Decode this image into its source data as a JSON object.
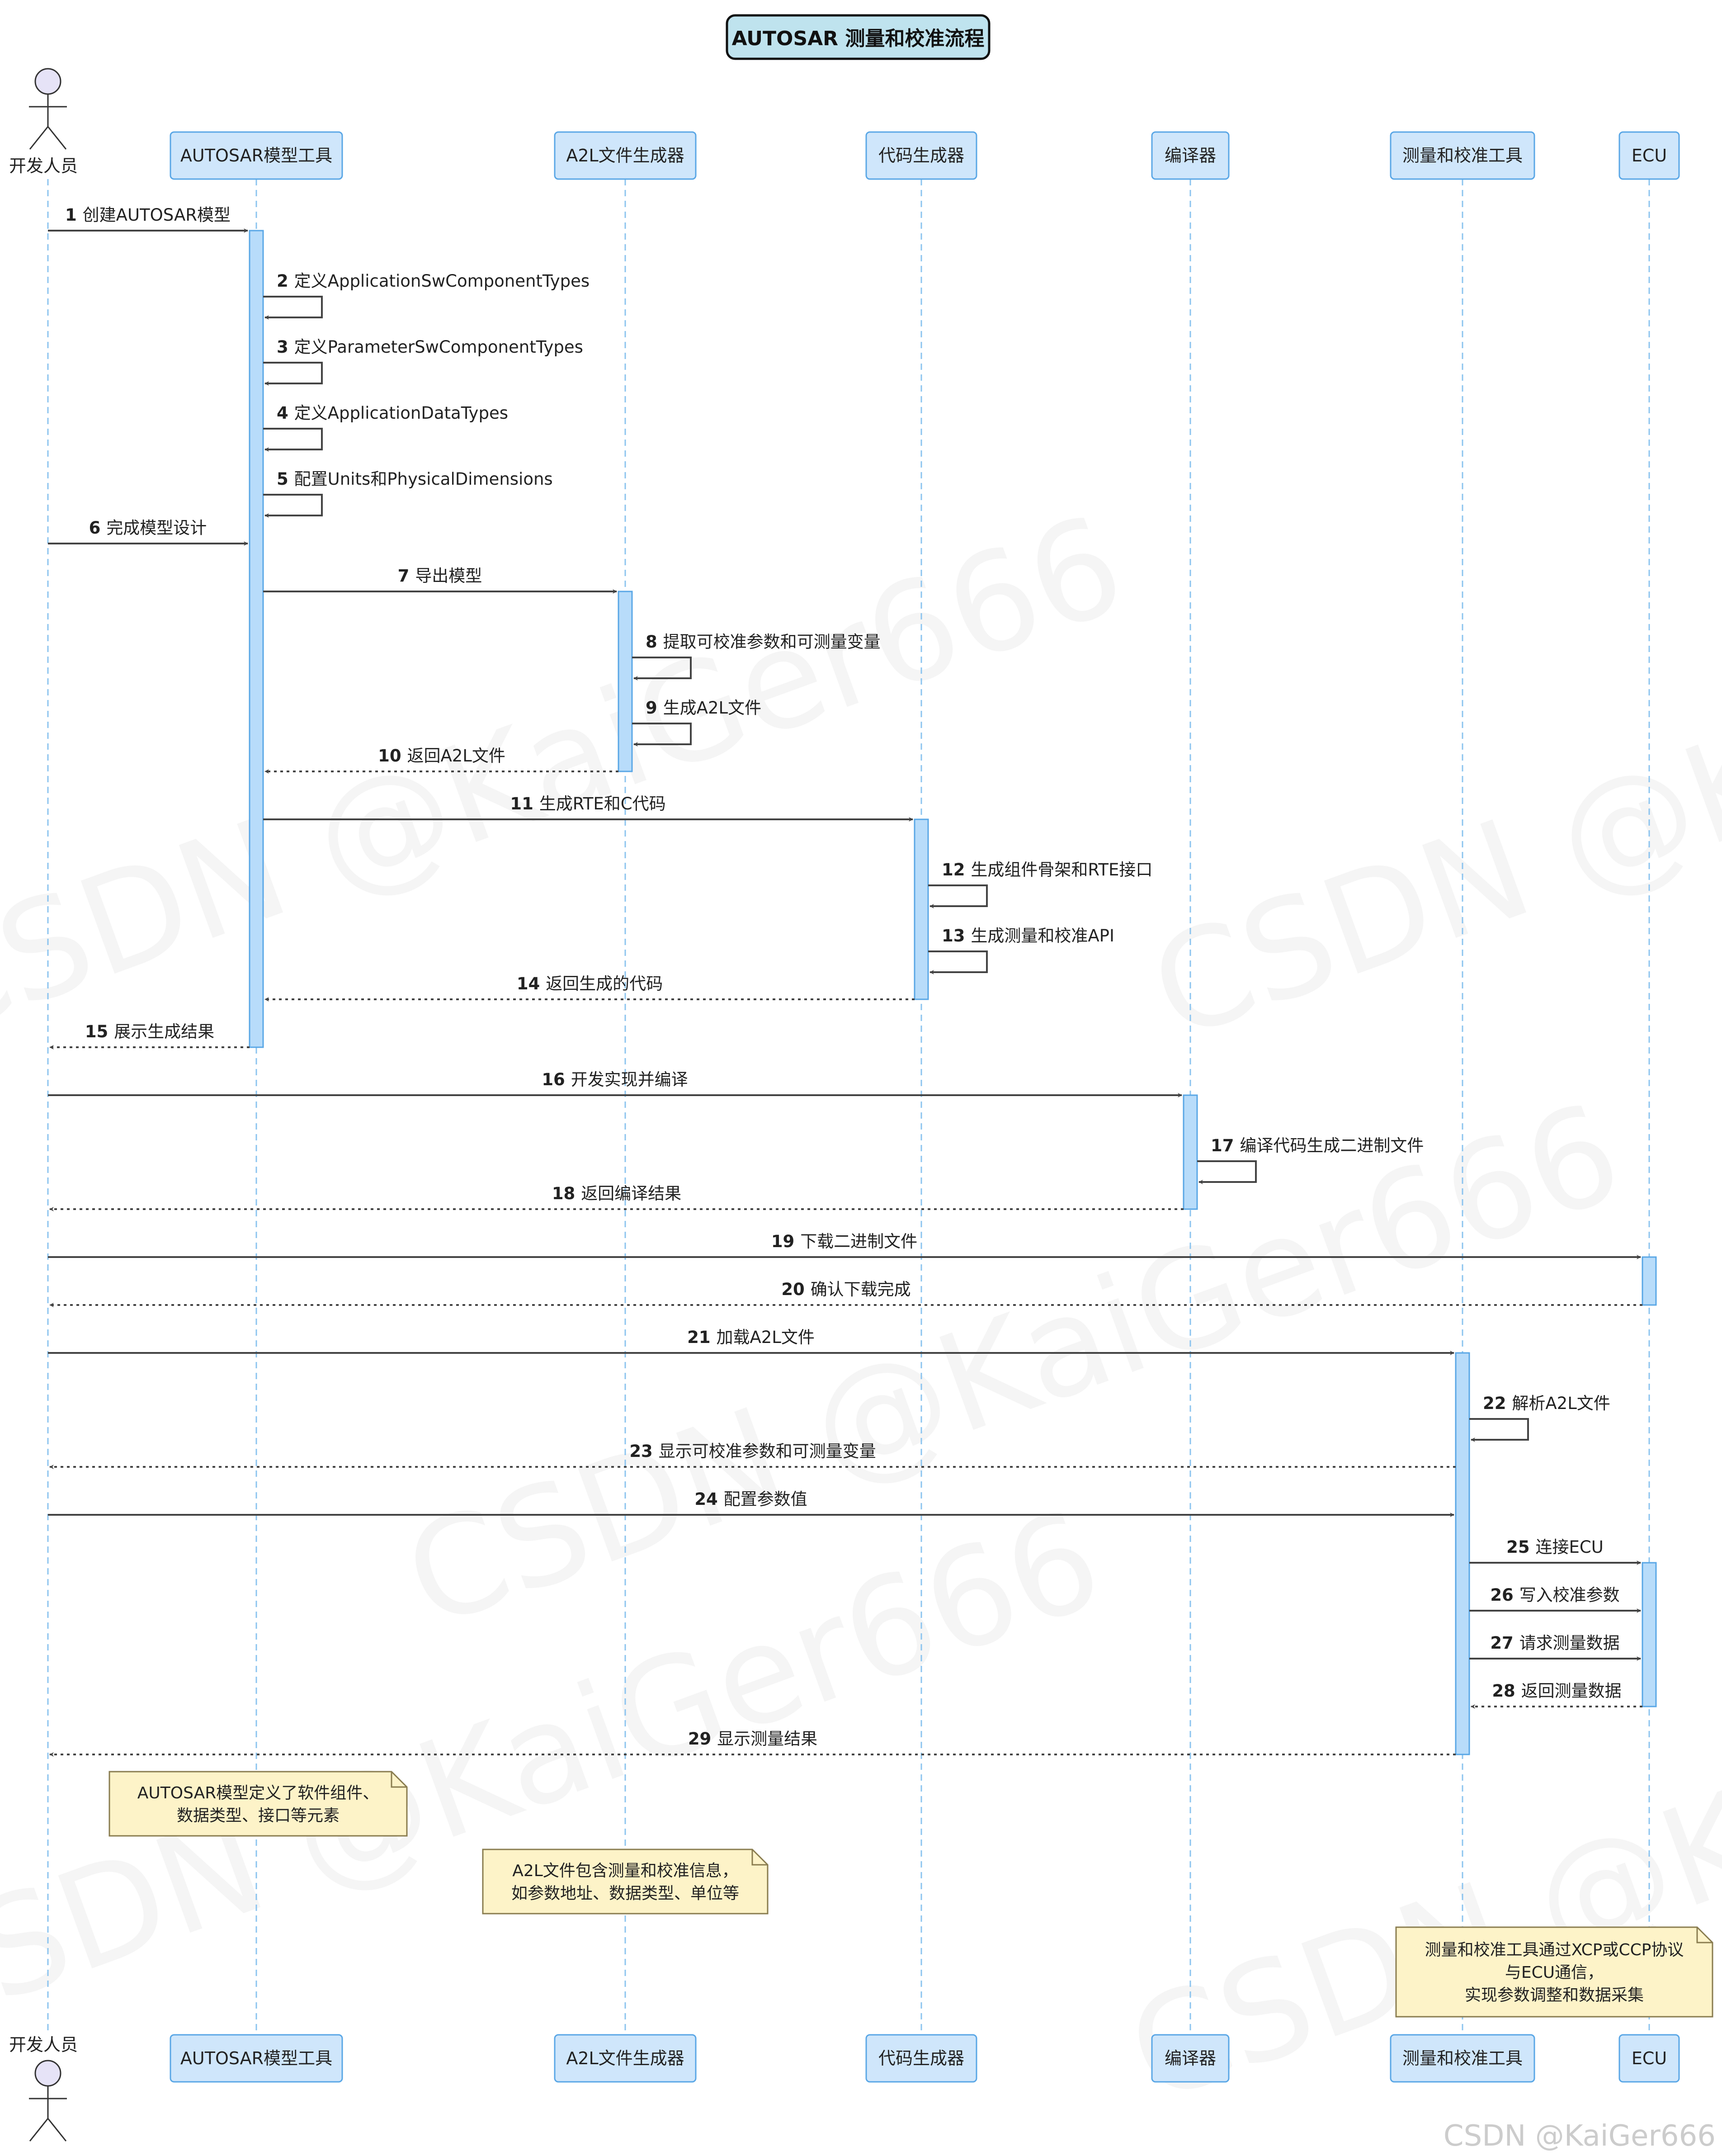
{
  "title": "AUTOSAR 测量和校准流程",
  "participants": [
    {
      "id": "dev",
      "label": "开发人员",
      "kind": "actor"
    },
    {
      "id": "model",
      "label": "AUTOSAR模型工具",
      "kind": "box"
    },
    {
      "id": "a2l",
      "label": "A2L文件生成器",
      "kind": "box"
    },
    {
      "id": "codegen",
      "label": "代码生成器",
      "kind": "box"
    },
    {
      "id": "compiler",
      "label": "编译器",
      "kind": "box"
    },
    {
      "id": "mc",
      "label": "测量和校准工具",
      "kind": "box"
    },
    {
      "id": "ecu",
      "label": "ECU",
      "kind": "box"
    }
  ],
  "messages": [
    {
      "n": "1",
      "from": "dev",
      "to": "model",
      "text": "创建AUTOSAR模型",
      "style": "solid"
    },
    {
      "n": "2",
      "from": "model",
      "to": "model",
      "text": "定义ApplicationSwComponentTypes",
      "style": "solid"
    },
    {
      "n": "3",
      "from": "model",
      "to": "model",
      "text": "定义ParameterSwComponentTypes",
      "style": "solid"
    },
    {
      "n": "4",
      "from": "model",
      "to": "model",
      "text": "定义ApplicationDataTypes",
      "style": "solid"
    },
    {
      "n": "5",
      "from": "model",
      "to": "model",
      "text": "配置Units和PhysicalDimensions",
      "style": "solid"
    },
    {
      "n": "6",
      "from": "dev",
      "to": "model",
      "text": "完成模型设计",
      "style": "solid"
    },
    {
      "n": "7",
      "from": "model",
      "to": "a2l",
      "text": "导出模型",
      "style": "solid"
    },
    {
      "n": "8",
      "from": "a2l",
      "to": "a2l",
      "text": "提取可校准参数和可测量变量",
      "style": "solid"
    },
    {
      "n": "9",
      "from": "a2l",
      "to": "a2l",
      "text": "生成A2L文件",
      "style": "solid"
    },
    {
      "n": "10",
      "from": "a2l",
      "to": "model",
      "text": "返回A2L文件",
      "style": "dotted"
    },
    {
      "n": "11",
      "from": "model",
      "to": "codegen",
      "text": "生成RTE和C代码",
      "style": "solid"
    },
    {
      "n": "12",
      "from": "codegen",
      "to": "codegen",
      "text": "生成组件骨架和RTE接口",
      "style": "solid"
    },
    {
      "n": "13",
      "from": "codegen",
      "to": "codegen",
      "text": "生成测量和校准API",
      "style": "solid"
    },
    {
      "n": "14",
      "from": "codegen",
      "to": "model",
      "text": "返回生成的代码",
      "style": "dotted"
    },
    {
      "n": "15",
      "from": "model",
      "to": "dev",
      "text": "展示生成结果",
      "style": "dotted"
    },
    {
      "n": "16",
      "from": "dev",
      "to": "compiler",
      "text": "开发实现并编译",
      "style": "solid"
    },
    {
      "n": "17",
      "from": "compiler",
      "to": "compiler",
      "text": "编译代码生成二进制文件",
      "style": "solid"
    },
    {
      "n": "18",
      "from": "compiler",
      "to": "dev",
      "text": "返回编译结果",
      "style": "dotted"
    },
    {
      "n": "19",
      "from": "dev",
      "to": "ecu",
      "text": "下载二进制文件",
      "style": "solid"
    },
    {
      "n": "20",
      "from": "ecu",
      "to": "dev",
      "text": "确认下载完成",
      "style": "dotted"
    },
    {
      "n": "21",
      "from": "dev",
      "to": "mc",
      "text": "加载A2L文件",
      "style": "solid"
    },
    {
      "n": "22",
      "from": "mc",
      "to": "mc",
      "text": "解析A2L文件",
      "style": "solid"
    },
    {
      "n": "23",
      "from": "mc",
      "to": "dev",
      "text": "显示可校准参数和可测量变量",
      "style": "dotted"
    },
    {
      "n": "24",
      "from": "dev",
      "to": "mc",
      "text": "配置参数值",
      "style": "solid"
    },
    {
      "n": "25",
      "from": "mc",
      "to": "ecu",
      "text": "连接ECU",
      "style": "solid"
    },
    {
      "n": "26",
      "from": "mc",
      "to": "ecu",
      "text": "写入校准参数",
      "style": "solid"
    },
    {
      "n": "27",
      "from": "mc",
      "to": "ecu",
      "text": "请求测量数据",
      "style": "solid"
    },
    {
      "n": "28",
      "from": "ecu",
      "to": "mc",
      "text": "返回测量数据",
      "style": "dotted"
    },
    {
      "n": "29",
      "from": "mc",
      "to": "dev",
      "text": "显示测量结果",
      "style": "dotted"
    }
  ],
  "notes": [
    {
      "over": "model",
      "lines": [
        "AUTOSAR模型定义了软件组件、",
        "数据类型、接口等元素"
      ]
    },
    {
      "over": "a2l",
      "lines": [
        "A2L文件包含测量和校准信息，",
        "如参数地址、数据类型、单位等"
      ]
    },
    {
      "over": "mc",
      "lines": [
        "测量和校准工具通过XCP或CCP协议",
        "与ECU通信，",
        "实现参数调整和数据采集"
      ]
    }
  ],
  "watermark": "CSDN @KaiGer666",
  "colors": {
    "participant_fill": "#cfe6fb",
    "participant_border": "#5aa7e6",
    "lifeline": "#8cc4ef",
    "activation_fill": "#b8dcfa",
    "note_fill": "#fdf3c8",
    "note_border": "#8a7d50",
    "title_fill": "#bfe3ee",
    "arrow": "#444444"
  }
}
